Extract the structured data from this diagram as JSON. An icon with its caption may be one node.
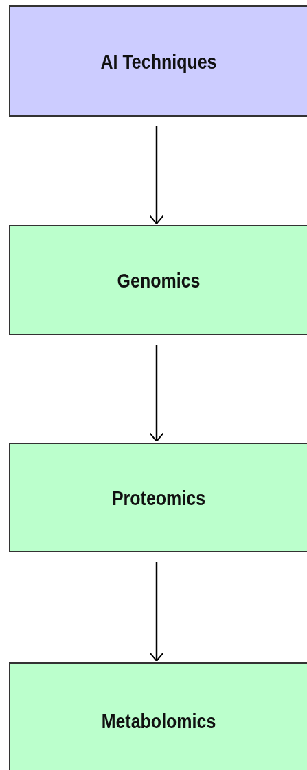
{
  "diagram": {
    "nodes": [
      {
        "text": [
          "AI Techniques"
        ]
      },
      {
        "text": [
          "Genomics"
        ]
      },
      {
        "text": [
          "Proteomics"
        ]
      },
      {
        "text": [
          "Metabolomics"
        ]
      }
    ],
    "edges": [
      {
        "from": 0,
        "to": 1,
        "arrow": "to"
      },
      {
        "from": 1,
        "to": 2,
        "arrow": "to"
      },
      {
        "from": 2,
        "to": 3,
        "arrow": "to"
      }
    ]
  }
}
